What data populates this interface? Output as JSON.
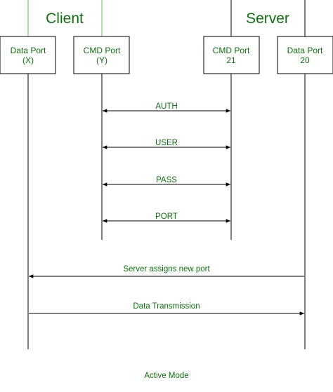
{
  "colors": {
    "accent": "#0f6e0f",
    "client_line": "#5fbf4f",
    "line": "#000000"
  },
  "groups": {
    "client": "Client",
    "server": "Server"
  },
  "participants": [
    {
      "line1": "Data Port",
      "line2": "(X)"
    },
    {
      "line1": "CMD Port",
      "line2": "(Y)"
    },
    {
      "line1": "CMD Port",
      "line2": "21"
    },
    {
      "line1": "Data Port",
      "line2": "20"
    }
  ],
  "messages": [
    {
      "label": "AUTH"
    },
    {
      "label": "USER"
    },
    {
      "label": "PASS"
    },
    {
      "label": "PORT"
    },
    {
      "label": "Server assigns new port"
    },
    {
      "label": "Data Transmission"
    }
  ],
  "caption": "Active Mode"
}
